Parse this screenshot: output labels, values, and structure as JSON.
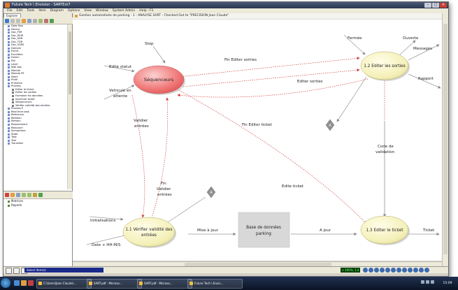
{
  "window": {
    "title": "Future Tech \\ Envision - SARTExt7"
  },
  "menubar": {
    "items": [
      "File",
      "Edit",
      "Tools",
      "Item",
      "Diagram",
      "Options",
      "View",
      "Window",
      "System Admin",
      "Help - F1"
    ]
  },
  "explorer": {
    "tab_label": "Explorer"
  },
  "tree": {
    "items": [
      {
        "label": "Data flow",
        "level": 1
      },
      {
        "label": "Device",
        "level": 1
      },
      {
        "label": "Doc_FSR",
        "level": 1
      },
      {
        "label": "Doc_MOR",
        "level": 1
      },
      {
        "label": "Doc_SDR",
        "level": 1
      },
      {
        "label": "Doc_TDR",
        "level": 1
      },
      {
        "label": "Doc_USRS",
        "level": 1
      },
      {
        "label": "Domain",
        "level": 1
      },
      {
        "label": "Event",
        "level": 1
      },
      {
        "label": "Evolution",
        "level": 1
      },
      {
        "label": "Extern",
        "level": 1
      },
      {
        "label": "EW",
        "level": 1
      },
      {
        "label": "Level",
        "level": 1
      },
      {
        "label": "Mail box",
        "level": 1
      },
      {
        "label": "Module",
        "level": 1
      },
      {
        "label": "Module RT",
        "level": 1
      },
      {
        "label": "Norm",
        "level": 1
      },
      {
        "label": "Profil",
        "level": 1
      },
      {
        "label": "Primitive",
        "level": 1
      },
      {
        "label": "Process",
        "level": 1
      },
      {
        "label": "Editer le ticket",
        "level": 2
      },
      {
        "label": "Editer les sorties",
        "level": 2
      },
      {
        "label": "Formater les données",
        "level": 2
      },
      {
        "label": "Imprimer ticket",
        "level": 2
      },
      {
        "label": "Séquenceurs",
        "level": 2
      },
      {
        "label": "Vérifier validité des entrées",
        "level": 2
      },
      {
        "label": "Process E",
        "level": 1
      },
      {
        "label": "Real time task",
        "level": 1
      },
      {
        "label": "Reference",
        "level": 1
      },
      {
        "label": "Relation",
        "level": 1
      },
      {
        "label": "Remarc",
        "level": 1
      },
      {
        "label": "Requirement",
        "level": 1
      },
      {
        "label": "Resource",
        "level": 1
      },
      {
        "label": "Semaphore",
        "level": 1
      },
      {
        "label": "State",
        "level": 1
      },
      {
        "label": "Task",
        "level": 1
      },
      {
        "label": "Test",
        "level": 1
      },
      {
        "label": "Transition",
        "level": 1
      }
    ]
  },
  "lower_panel": {
    "items": [
      "Matrices",
      "Reports"
    ]
  },
  "document": {
    "title": "Gestion automatisée de parking - 1 - ANALYSE SART - Checked Out to \"PRECISION Jean Claude\""
  },
  "diagram": {
    "processes": {
      "sequenceurs": "Séquenceurs",
      "editer_sorties": "1.2  Editer les sorties",
      "verifier": [
        "1.1  Vérifier validité des",
        "entrées"
      ],
      "editer_ticket": "1.3  Editer le ticket"
    },
    "store": [
      "Base de données",
      "parking"
    ],
    "terminator": "A",
    "flows": {
      "stop": "Stop",
      "edite_statut": "Edite statut",
      "vehicule_attente": [
        "Vehicule en",
        "attente"
      ],
      "fin_editer_sorties": "Fin Editer sorties",
      "editer_sorties": "Editer sorties",
      "fermee": "Fermée",
      "ouverte": "Ouverte",
      "messages": "Messages",
      "rapport": "Rapport",
      "valider_entrees": [
        "Validier",
        "entrées"
      ],
      "fin_editer_ticket": "Fin Editer ticket",
      "code_validation": [
        "Code de",
        "validation"
      ],
      "fin_valider": [
        "Fin",
        "Validier",
        "entrées"
      ],
      "edite_ticket": "Edite ticket",
      "initialisations": "Initialisations",
      "mise_a_jour": "Mise à jour",
      "a_jour": "A jour",
      "ticket": "Ticket",
      "date_hms": "Date + HH:M/S"
    }
  },
  "statusbar": {
    "status_text": "Select item(s)",
    "zoom": "+ 100%, 1:2"
  },
  "taskbar": {
    "tasks": [
      "C:\\Users\\Jean Claude\\...",
      "SART.pdf - Microso...",
      "SART.pdf - Microso...",
      "Future Tech \\ Envis..."
    ],
    "clock": "15:09"
  },
  "colors": {
    "sequencer_fill": "#f07878",
    "process_fill": "#f4f0b8",
    "store_fill": "#d8d8d8",
    "control_flow": "#d04040",
    "data_flow": "#888888"
  }
}
